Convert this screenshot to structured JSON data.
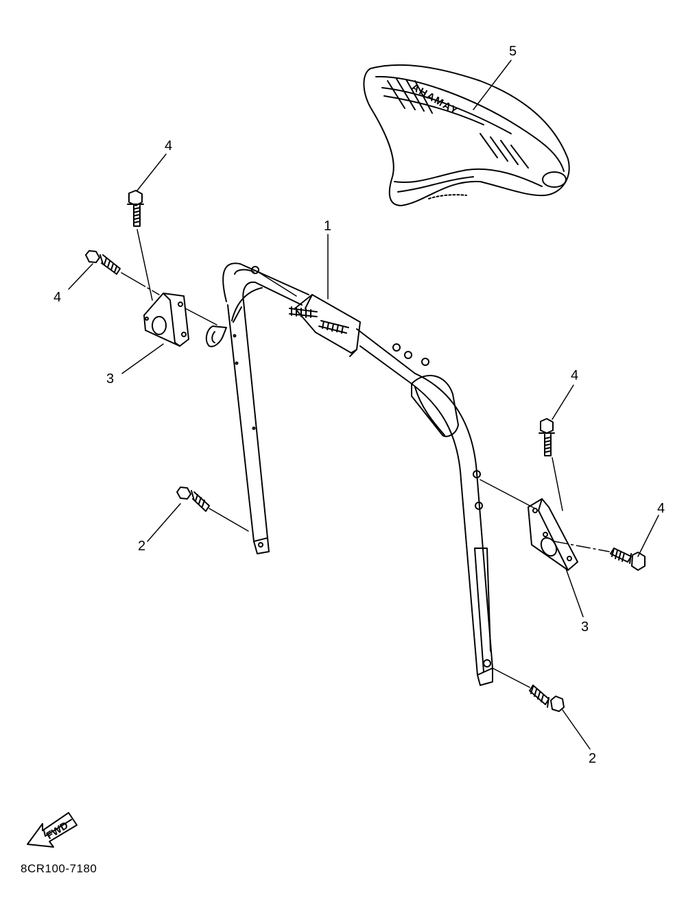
{
  "diagram": {
    "callouts": [
      {
        "id": "seat",
        "label": "5"
      },
      {
        "id": "bolt-top-left-upper",
        "label": "4"
      },
      {
        "id": "bolt-top-left-lower",
        "label": "4"
      },
      {
        "id": "frame",
        "label": "1"
      },
      {
        "id": "bracket-left",
        "label": "3"
      },
      {
        "id": "bolt-right-upper",
        "label": "4"
      },
      {
        "id": "bolt-right-lower",
        "label": "4"
      },
      {
        "id": "bolt-left-bottom",
        "label": "2"
      },
      {
        "id": "bracket-right",
        "label": "3"
      },
      {
        "id": "bolt-right-bottom",
        "label": "2"
      }
    ],
    "seat_logo": "YAMAHA",
    "fwd_label": "FWD",
    "drawing_code": "8CR100-7180"
  }
}
